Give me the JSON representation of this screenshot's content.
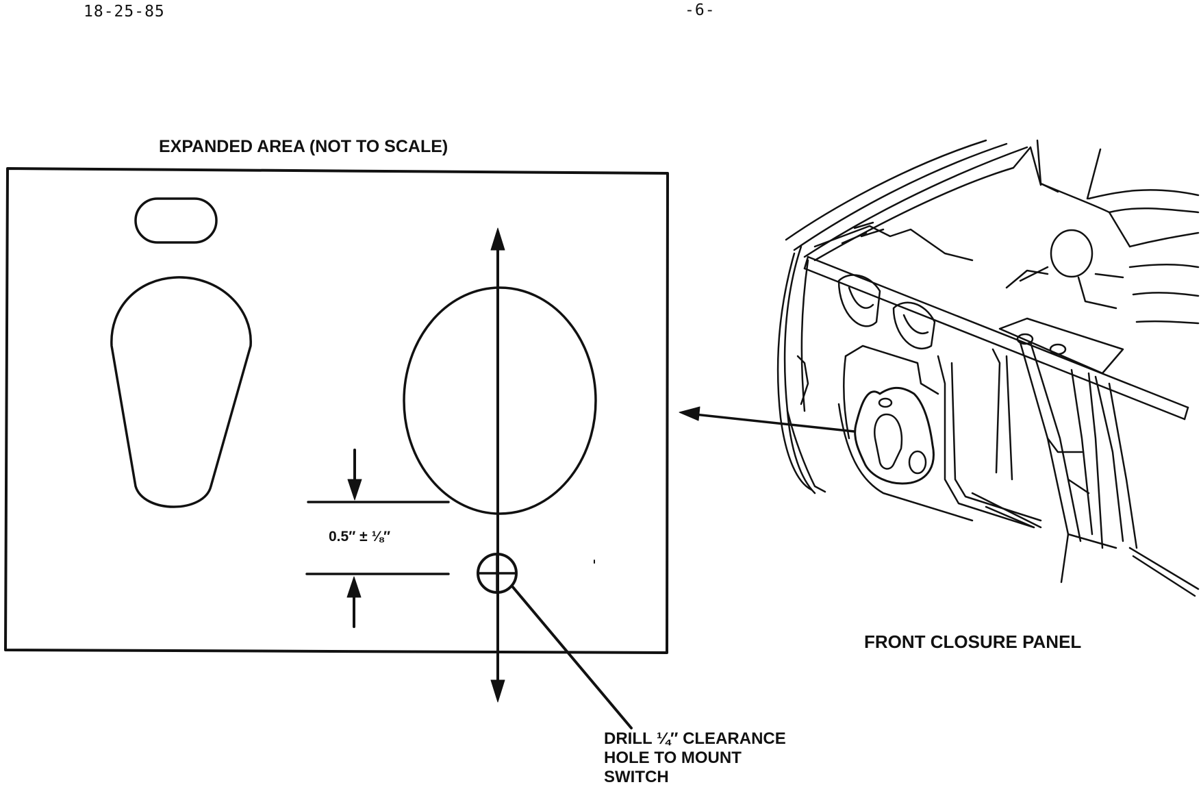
{
  "header": {
    "doc_number": "18-25-85",
    "page_number": "-6-"
  },
  "expanded_view": {
    "title": "EXPANDED AREA (NOT TO SCALE)",
    "dimension_label": "0.5″  ±  ⅛″",
    "drill_note": [
      "DRILL ¼″ CLEARANCE",
      "HOLE TO MOUNT",
      "SWITCH"
    ]
  },
  "vehicle_view": {
    "title": "FRONT CLOSURE PANEL"
  }
}
